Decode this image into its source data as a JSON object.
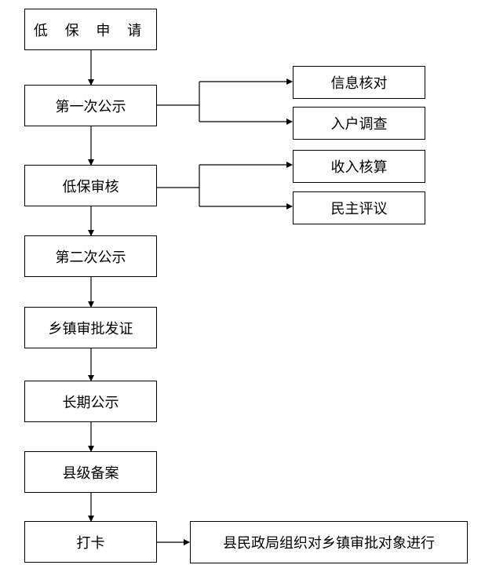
{
  "main_steps": [
    {
      "id": "apply",
      "label": "低 保 申 请"
    },
    {
      "id": "first-publicity",
      "label": "第一次公示"
    },
    {
      "id": "review",
      "label": "低保审核"
    },
    {
      "id": "second-publicity",
      "label": "第二次公示"
    },
    {
      "id": "town-approval",
      "label": "乡镇审批发证"
    },
    {
      "id": "long-term-publicity",
      "label": "长期公示"
    },
    {
      "id": "county-filing",
      "label": "县级备案"
    },
    {
      "id": "card-issue",
      "label": "打卡"
    }
  ],
  "side_steps": [
    {
      "id": "info-verify",
      "label": "信息核对"
    },
    {
      "id": "household-survey",
      "label": "入户调查"
    },
    {
      "id": "income-calc",
      "label": "收入核算"
    },
    {
      "id": "democratic-review",
      "label": "民主评议"
    }
  ],
  "bottom_note": {
    "label": "县民政局组织对乡镇审批对象进行"
  }
}
